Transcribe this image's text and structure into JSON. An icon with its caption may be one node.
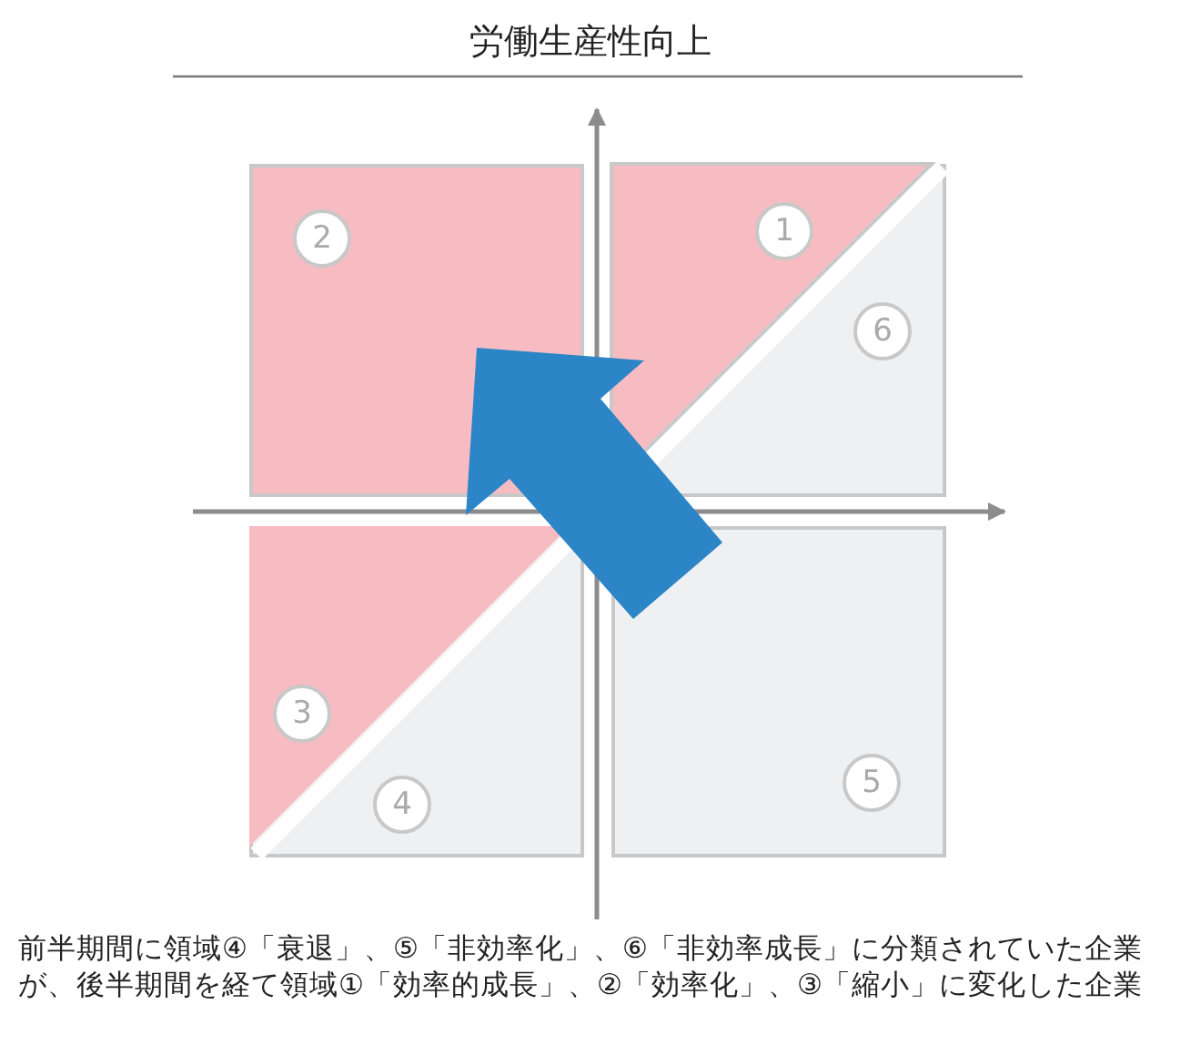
{
  "diagram": {
    "title": "労働生産性向上",
    "caption": "前半期間に領域④「衰退」、⑤「非効率化」、⑥「非効率成長」に分類されていた企業が、後半期間を経て領域①「効率的成長」、②「効率化」、③「縮小」に変化した企業",
    "nodes": [
      {
        "text": [
          "2"
        ]
      },
      {
        "text": [
          "1"
        ]
      },
      {
        "text": [
          "6"
        ]
      },
      {
        "text": [
          "3"
        ]
      },
      {
        "text": [
          "4"
        ]
      },
      {
        "text": [
          "5"
        ]
      }
    ]
  }
}
